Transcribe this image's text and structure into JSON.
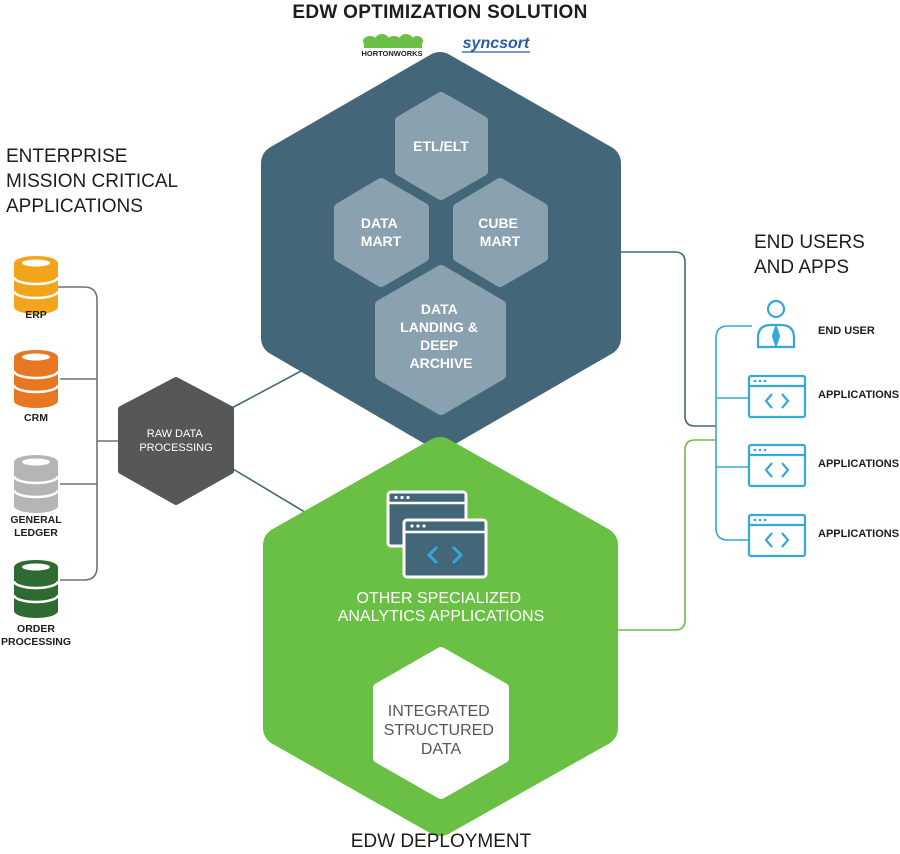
{
  "title": "EDW OPTIMIZATION SOLUTION",
  "logos": {
    "hortonworks": "HORTONWORKS",
    "syncsort": "syncsort"
  },
  "enterprise": {
    "heading": [
      "ENTERPRISE",
      "MISSION CRITICAL",
      "APPLICATIONS"
    ],
    "sources": [
      {
        "label": [
          "ERP"
        ],
        "color": "#f2a51a"
      },
      {
        "label": [
          "CRM"
        ],
        "color": "#e87722"
      },
      {
        "label": [
          "GENERAL",
          "LEDGER"
        ],
        "color": "#b5b5b5"
      },
      {
        "label": [
          "ORDER",
          "PROCESSING"
        ],
        "color": "#2e6b30"
      }
    ]
  },
  "raw_data": {
    "label": [
      "RAW DATA",
      "PROCESSING"
    ]
  },
  "edw_solution": {
    "etl": [
      "ETL/ELT"
    ],
    "data_mart": [
      "DATA",
      "MART"
    ],
    "cube_mart": [
      "CUBE",
      "MART"
    ],
    "landing": [
      "DATA",
      "LANDING &",
      "DEEP",
      "ARCHIVE"
    ]
  },
  "edw_deployment": {
    "analytics": [
      "OTHER SPECIALIZED",
      "ANALYTICS APPLICATIONS"
    ],
    "integrated": [
      "INTEGRATED",
      "STRUCTURED",
      "DATA"
    ],
    "footer": "EDW DEPLOYMENT"
  },
  "end_users": {
    "heading": [
      "END USERS",
      "AND APPS"
    ],
    "items": [
      {
        "label": "END USER",
        "icon": "person-icon"
      },
      {
        "label": "APPLICATIONS",
        "icon": "app-window-icon"
      },
      {
        "label": "APPLICATIONS",
        "icon": "app-window-icon"
      },
      {
        "label": "APPLICATIONS",
        "icon": "app-window-icon"
      }
    ]
  },
  "colors": {
    "blue_dark": "#436779",
    "blue_light": "#8aa1b0",
    "green": "#6abf45",
    "raw_gray": "#555759",
    "app_blue": "#35a7dc",
    "connector_gray": "#6f7275",
    "text_dark": "#1d1d1b"
  }
}
